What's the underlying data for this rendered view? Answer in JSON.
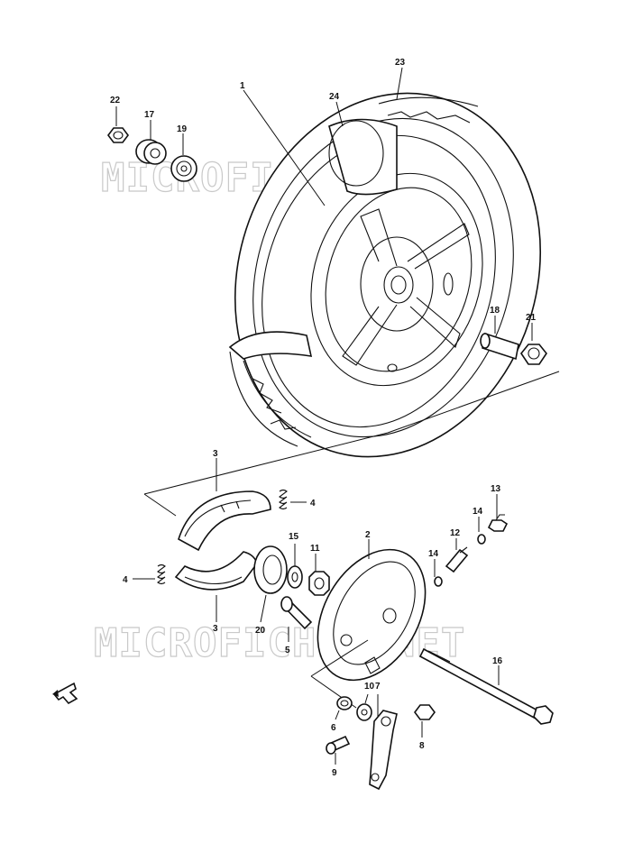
{
  "watermark": "MICROFICHES.NET",
  "labels": {
    "p1": "1",
    "p2": "2",
    "p3a": "3",
    "p3b": "3",
    "p4a": "4",
    "p4b": "4",
    "p5": "5",
    "p6": "6",
    "p7": "7",
    "p8": "8",
    "p9": "9",
    "p10": "10",
    "p11": "11",
    "p12": "12",
    "p13": "13",
    "p14a": "14",
    "p14b": "14",
    "p15": "15",
    "p16": "16",
    "p17": "17",
    "p18": "18",
    "p19": "19",
    "p20": "20",
    "p21": "21",
    "p22": "22",
    "p23": "23",
    "p24": "24"
  },
  "icons": {
    "front_arrow": "front-direction-arrow-icon"
  }
}
